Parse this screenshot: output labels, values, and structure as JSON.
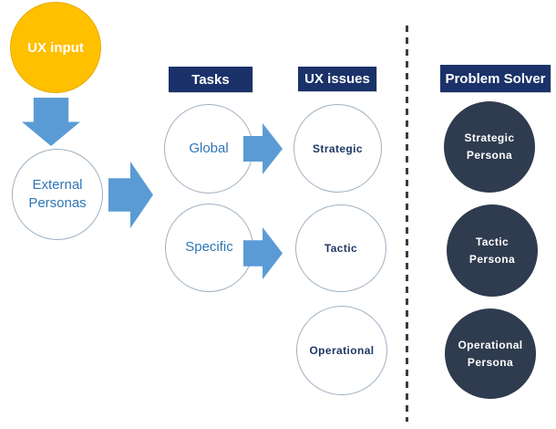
{
  "diagram": {
    "input": {
      "label": "UX input"
    },
    "external_personas": {
      "label": "External Personas"
    },
    "columns": {
      "tasks": {
        "header": "Tasks",
        "circles": [
          "Global",
          "Specific"
        ]
      },
      "ux_issues": {
        "header": "UX issues",
        "circles": [
          "Strategic",
          "Tactic",
          "Operational"
        ]
      },
      "problem_solver": {
        "header": "Problem Solver",
        "circles": [
          "Strategic Persona",
          "Tactic Persona",
          "Operational Persona"
        ]
      }
    },
    "icons": {
      "arrow_down": "arrow-down-icon",
      "arrow_right": "arrow-right-icon"
    }
  },
  "colors": {
    "accent_yellow": "#FFC000",
    "arrow_blue": "#5B9BD5",
    "header_navy": "#1A3269",
    "persona_dark_slate": "#2F3B4E",
    "circle_text_blue": "#2E75B6",
    "issue_text_navy": "#1F3864",
    "circle_border": "#9FB1C2",
    "separator_dark": "#3B3B3B",
    "background": "#FFFFFF"
  }
}
